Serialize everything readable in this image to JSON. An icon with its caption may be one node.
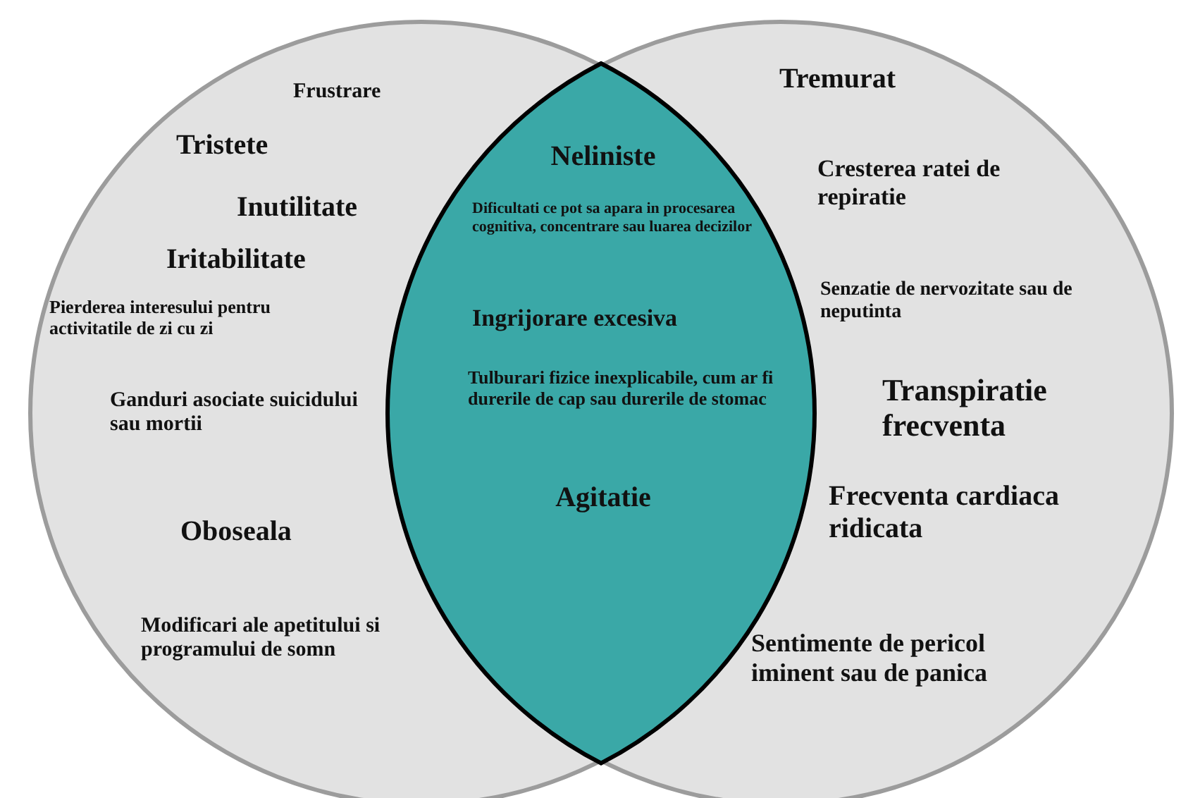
{
  "diagram": {
    "nodes": [
      {
        "text": [
          "Frustrare",
          "Tristete",
          "Inutilitate",
          "Iritabilitate",
          "Pierderea interesului pentru activitatile de zi cu zi",
          "Ganduri asociate suicidului sau mortii",
          "Oboseala",
          "Modificari ale apetitului si programului de somn"
        ]
      },
      {
        "text": [
          "Tremurat",
          "Cresterea ratei de repiratie",
          "Senzatie de nervozitate sau de neputinta",
          "Transpiratie frecventa",
          "Frecventa cardiaca ridicata",
          "Sentimente de pericol iminent sau de panica"
        ]
      },
      {
        "text": [
          "Neliniste",
          "Dificultati ce pot sa apara in procesarea cognitiva, concentrare sau luarea decizilor",
          "Ingrijorare excesiva",
          "Tulburari fizice inexplicabile, cum ar fi durerile de cap sau durerile de stomac",
          "Agitatie"
        ]
      }
    ]
  }
}
